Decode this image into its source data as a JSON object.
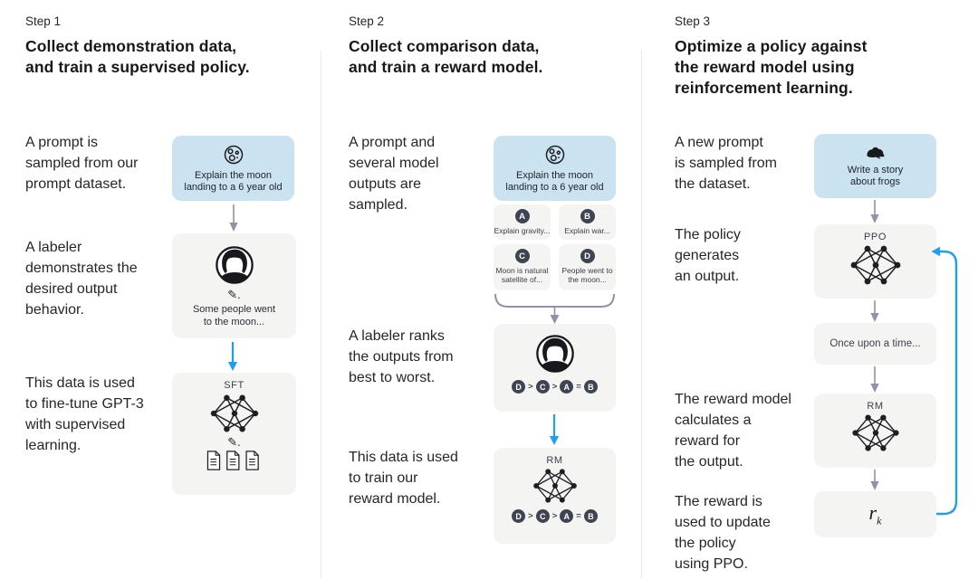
{
  "colors": {
    "prompt_box_blue": "#cbe2f0",
    "model_box_gray": "#f4f4f2",
    "arrow_gray": "#8f92a8",
    "arrow_blue": "#1f9ef0",
    "badge_dark": "#3e4452",
    "text_dark": "#202123"
  },
  "columns": [
    {
      "step": "Step 1",
      "title": "Collect demonstration data,\nand train a supervised policy.",
      "caption_prompt": "A prompt is\nsampled from our\nprompt dataset.",
      "caption_labeler": "A labeler\ndemonstrates the\ndesired output\nbehavior.",
      "caption_train": "This data is used\nto fine-tune GPT-3\nwith supervised\nlearning.",
      "prompt_box": {
        "icon": "moon-icon",
        "text": "Explain the moon\nlanding to a 6 year old"
      },
      "labeler_box": {
        "icon": "labeler-avatar-icon",
        "pencil": "✎.",
        "text": "Some people went\nto the moon..."
      },
      "model_box": {
        "label": "SFT",
        "icon": "neural-network-icon",
        "pencil": "✎.",
        "docs_icon": "documents-icon"
      }
    },
    {
      "step": "Step 2",
      "title": "Collect comparison data,\nand train a reward model.",
      "caption_prompt": "A prompt and\nseveral model\noutputs are\nsampled.",
      "caption_labeler": "A labeler ranks\nthe outputs from\nbest to worst.",
      "caption_train": "This data is used\nto train our\nreward model.",
      "prompt_box": {
        "icon": "moon-icon",
        "text": "Explain the moon\nlanding to a 6 year old"
      },
      "outputs": [
        {
          "letter": "A",
          "text": "Explain gravity..."
        },
        {
          "letter": "B",
          "text": "Explain war..."
        },
        {
          "letter": "C",
          "text": "Moon is natural\nsatellite of..."
        },
        {
          "letter": "D",
          "text": "People went to\nthe moon..."
        }
      ],
      "ranking": {
        "r1": "D",
        "s1": ">",
        "r2": "C",
        "s2": ">",
        "r3": "A",
        "s3": "=",
        "r4": "B"
      },
      "labeler_box": {
        "icon": "labeler-avatar-icon"
      },
      "model_box": {
        "label": "RM",
        "icon": "neural-network-icon"
      }
    },
    {
      "step": "Step 3",
      "title": "Optimize a policy against\nthe reward model using\nreinforcement learning.",
      "caption_prompt": "A new prompt\nis sampled from\nthe dataset.",
      "caption_policy": "The policy\ngenerates\nan output.",
      "caption_reward": "The reward model\ncalculates a\nreward for\nthe output.",
      "caption_update": "The reward is\nused to update\nthe policy\nusing PPO.",
      "prompt_box": {
        "icon": "frog-icon",
        "text": "Write a story\nabout frogs"
      },
      "policy_box": {
        "label": "PPO",
        "icon": "neural-network-icon"
      },
      "output_box": {
        "text": "Once upon a time..."
      },
      "reward_model_box": {
        "label": "RM",
        "icon": "neural-network-icon"
      },
      "reward_box": {
        "var": "r",
        "sub": "k"
      }
    }
  ]
}
